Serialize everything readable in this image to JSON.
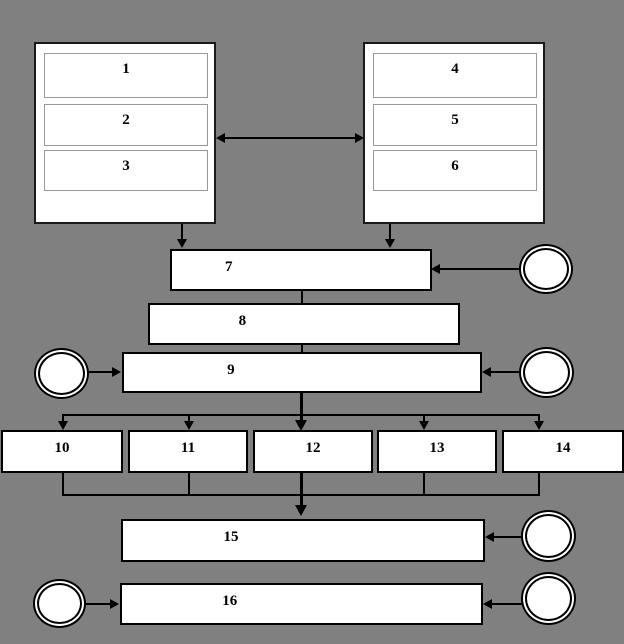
{
  "diagram": {
    "title": "Block diagram with numbered modules",
    "background_color": "#808080",
    "box_fill": "#ffffff",
    "line_color": "#000000",
    "panels": [
      {
        "name": "left-panel",
        "children": [
          {
            "label": "1"
          },
          {
            "label": "2"
          },
          {
            "label": "3"
          }
        ]
      },
      {
        "name": "right-panel",
        "children": [
          {
            "label": "4"
          },
          {
            "label": "5"
          },
          {
            "label": "6"
          }
        ]
      }
    ],
    "nodes": [
      {
        "label": "7"
      },
      {
        "label": "8"
      },
      {
        "label": "9"
      },
      {
        "label": "10"
      },
      {
        "label": "11"
      },
      {
        "label": "12"
      },
      {
        "label": "13"
      },
      {
        "label": "14"
      },
      {
        "label": "15"
      },
      {
        "label": "16"
      }
    ],
    "circles": [
      {
        "name": "circle-right-of-7",
        "label": ""
      },
      {
        "name": "circle-left-of-9",
        "label": ""
      },
      {
        "name": "circle-right-of-9",
        "label": ""
      },
      {
        "name": "circle-right-of-15",
        "label": ""
      },
      {
        "name": "circle-left-of-16",
        "label": ""
      },
      {
        "name": "circle-right-of-16",
        "label": ""
      }
    ],
    "connectors": [
      {
        "name": "bidirectional-left-right-panel",
        "type": "double-arrow"
      },
      {
        "name": "left-panel-to-7",
        "type": "arrow-down"
      },
      {
        "name": "right-panel-to-7",
        "type": "arrow-down"
      },
      {
        "name": "circle-to-7",
        "type": "arrow-left"
      },
      {
        "name": "7-to-8",
        "type": "line"
      },
      {
        "name": "8-to-9",
        "type": "line"
      },
      {
        "name": "circle-to-9-left",
        "type": "arrow-right"
      },
      {
        "name": "circle-to-9-right",
        "type": "arrow-left"
      },
      {
        "name": "9-to-fanout-bus",
        "type": "bus-split"
      },
      {
        "name": "fanout-to-10",
        "type": "arrow-down"
      },
      {
        "name": "fanout-to-11",
        "type": "arrow-down"
      },
      {
        "name": "fanout-to-12",
        "type": "arrow-down"
      },
      {
        "name": "fanout-to-13",
        "type": "arrow-down"
      },
      {
        "name": "fanout-to-14",
        "type": "arrow-down"
      },
      {
        "name": "merge-bus-to-15",
        "type": "bus-merge"
      },
      {
        "name": "12-to-15",
        "type": "arrow-down"
      },
      {
        "name": "circle-to-15",
        "type": "arrow-left"
      },
      {
        "name": "circle-to-16-left",
        "type": "arrow-right"
      },
      {
        "name": "circle-to-16-right",
        "type": "arrow-left"
      }
    ]
  }
}
